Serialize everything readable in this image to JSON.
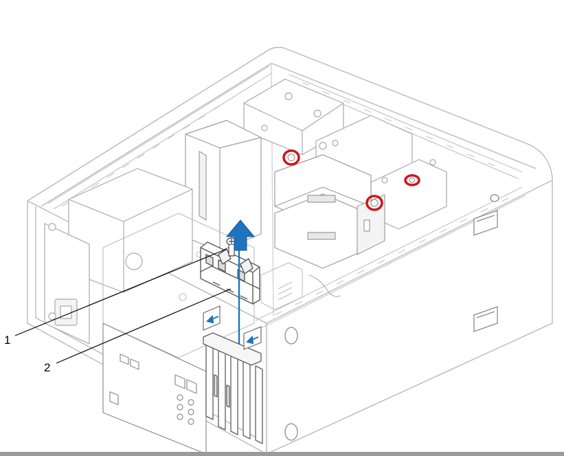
{
  "figure": {
    "callouts": [
      {
        "number": "1"
      },
      {
        "number": "2"
      }
    ],
    "colors": {
      "outline": "#8a8a8a",
      "outline_light": "#c8c8c8",
      "panel_fill": "#ffffff",
      "arrow_blue": "#1e73be",
      "marker_red": "#d0151c",
      "leader": "#000000"
    },
    "highlighted_screws": 3
  }
}
